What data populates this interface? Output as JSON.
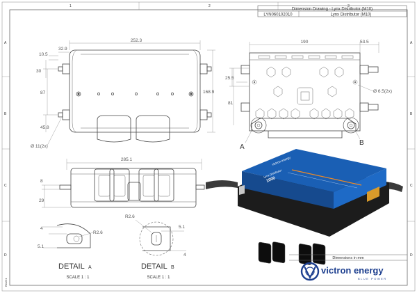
{
  "title_block": {
    "title": "Dimension Drawing - Lynx Distributor (M10)",
    "part_number": "LYN060102010",
    "product_name": "Lynx Distributor (M10)"
  },
  "top_view": {
    "dims": {
      "total_width": "252.3",
      "stud_width": "32.9",
      "stud_offset": "10.5",
      "upper_stud_y": "30",
      "stud_spacing": "87",
      "lower_stud_y": "45.8",
      "height": "168.9",
      "hole": "Ø 11(2x)"
    }
  },
  "front_view": {
    "dims": {
      "width": "190",
      "edge": "53.5",
      "y1": "25.5",
      "y2": "81",
      "hole": "Ø 6.5(2x)"
    },
    "callout_a": "A",
    "callout_b": "B"
  },
  "side_view": {
    "dims": {
      "width": "285.1",
      "a": "8",
      "b": "29"
    }
  },
  "detail_a": {
    "label": "DETAIL",
    "letter": "A",
    "scale": "SCALE 1 : 1",
    "dims": {
      "d4": "4",
      "r": "R2.6",
      "d51": "5.1"
    }
  },
  "detail_b": {
    "label": "DETAIL",
    "letter": "B",
    "scale": "SCALE 1 : 1",
    "dims": {
      "r": "R2.6",
      "d51": "5.1",
      "d4": "4"
    }
  },
  "product_photo": {
    "brand_text": "victron energy",
    "model_text": "Lynx Distributor",
    "number_text": "1000"
  },
  "footer": {
    "units_note": "Dimensions in mm",
    "logo_name": "victron energy",
    "logo_tagline": "BLUE POWER"
  },
  "border": {
    "left_letters": [
      "A",
      "B",
      "C",
      "D"
    ],
    "right_letters": [
      "A",
      "B",
      "C",
      "D"
    ],
    "top_numbers": [
      "1",
      "2",
      "3"
    ],
    "revision": "RevG1"
  },
  "colors": {
    "victron_blue": "#1a5fb4",
    "logo_blue": "#1d3f8f",
    "accent_orange": "#f08a24",
    "line": "#444444"
  }
}
